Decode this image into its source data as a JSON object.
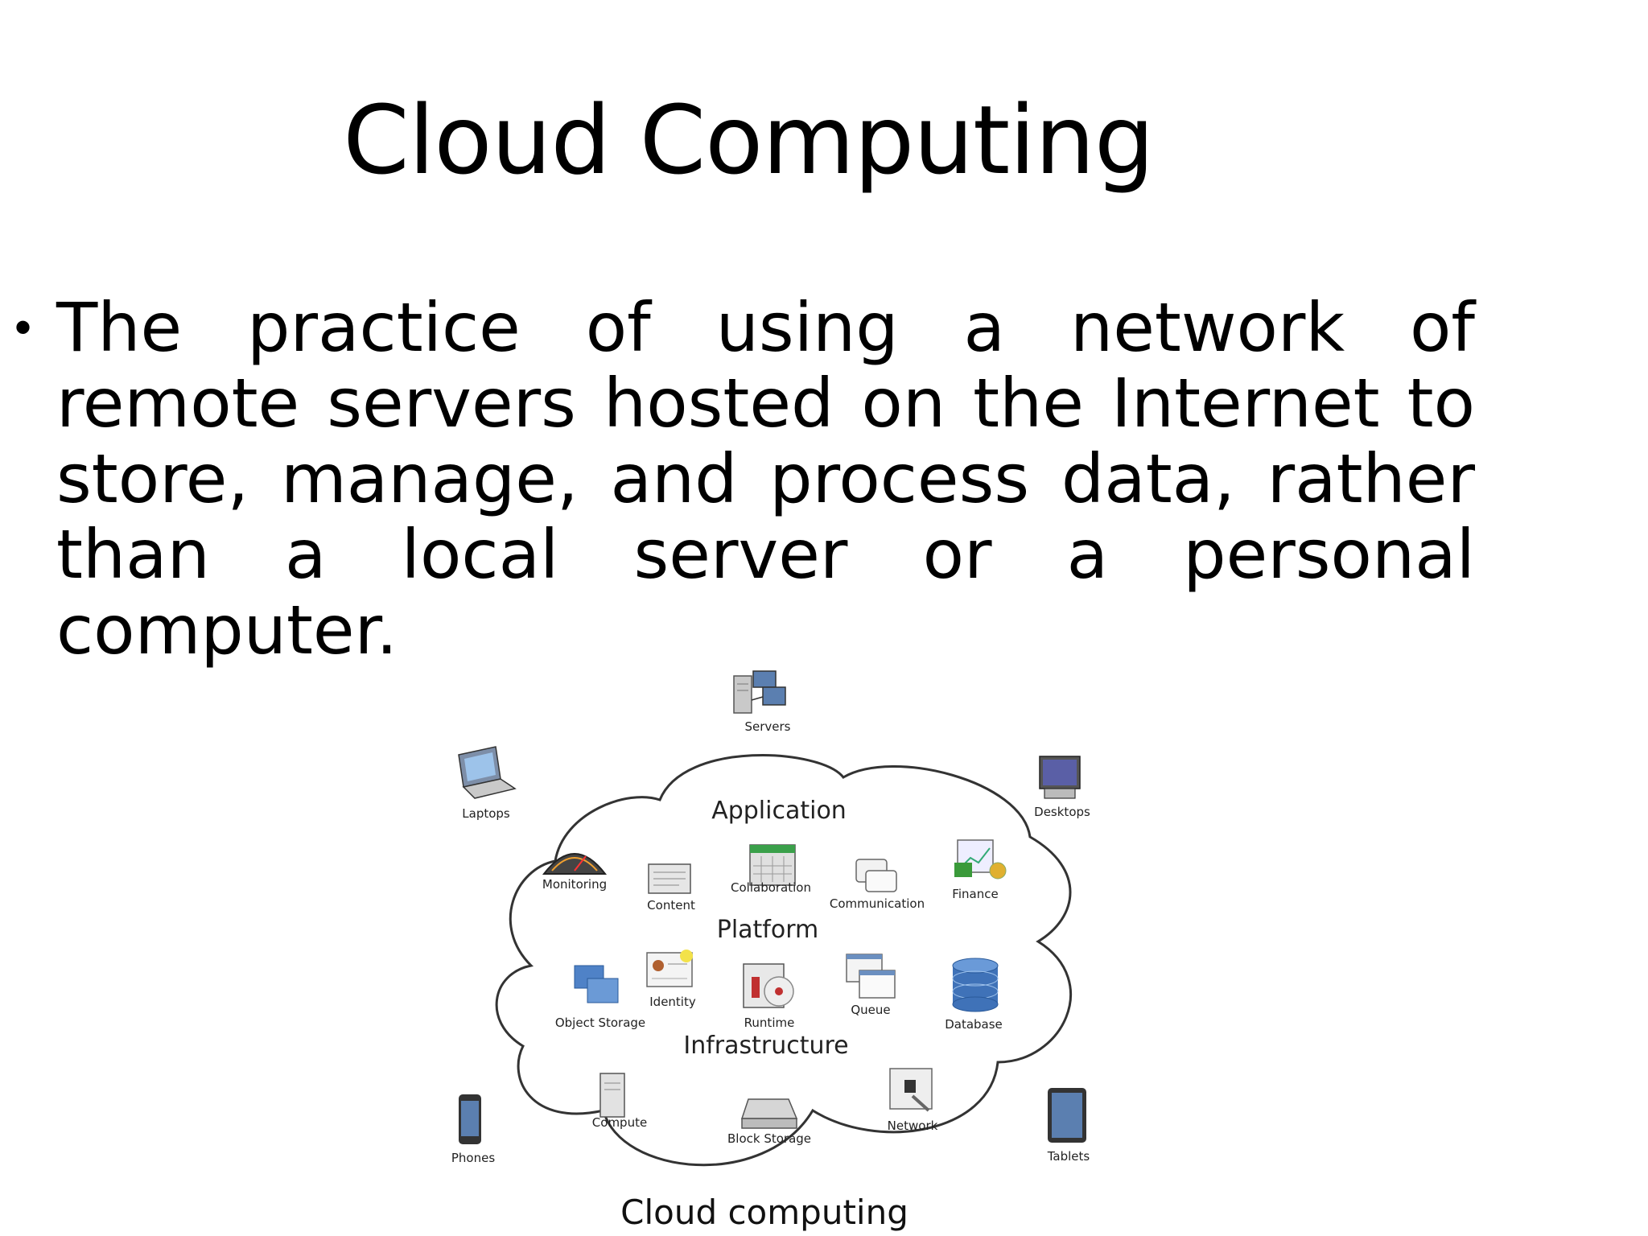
{
  "slide": {
    "title": "Cloud Computing",
    "bullet": "The practice of using a network of remote servers hosted on the Internet to store, manage, and process data, rather than a local server or a personal computer."
  },
  "diagram": {
    "caption": "Cloud computing",
    "sections": {
      "application": "Application",
      "platform": "Platform",
      "infrastructure": "Infrastructure"
    },
    "devices": {
      "servers": "Servers",
      "laptops": "Laptops",
      "desktops": "Desktops",
      "phones": "Phones",
      "tablets": "Tablets"
    },
    "services": {
      "monitoring": "Monitoring",
      "content": "Content",
      "collaboration": "Collaboration",
      "communication": "Communication",
      "finance": "Finance",
      "identity": "Identity",
      "object_storage": "Object Storage",
      "runtime": "Runtime",
      "queue": "Queue",
      "database": "Database",
      "compute": "Compute",
      "block_storage": "Block Storage",
      "network": "Network"
    }
  }
}
